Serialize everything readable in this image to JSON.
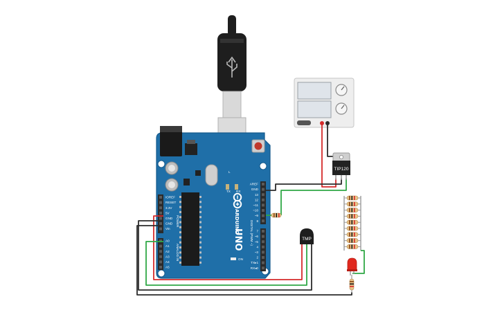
{
  "colors": {
    "board": "#1f6fa8",
    "board_edge": "#165a8c",
    "header": "#2b2b2b",
    "wire_red": "#d52a2a",
    "wire_green": "#2fa845",
    "wire_black": "#2b2b2b",
    "psu_body": "#eeeeee",
    "psu_screen": "#dfe4ea",
    "resistor": "#e8c48a",
    "led": "#e0281e",
    "usb": "#1e1e1e",
    "transistor": "#222222"
  },
  "board": {
    "logo": "ARDUINO",
    "model": "UNO",
    "on_label": "ON",
    "tx_label": "TX",
    "rx_label": "RX",
    "l_label": "L",
    "section_power": "POWER",
    "section_analog": "ANALOG IN",
    "section_digital": "DIGITAL (PWM ~)",
    "power_pins": [
      "IOREF",
      "RESET",
      "3.3V",
      "5V",
      "GND",
      "GND",
      "Vin"
    ],
    "analog_pins": [
      "A0",
      "A1",
      "A2",
      "A3",
      "A4",
      "A5"
    ],
    "digital_pins_upper": [
      "AREF",
      "GND",
      "13",
      "12",
      "~11",
      "~10",
      "~9",
      "8"
    ],
    "digital_pins_lower": [
      "7",
      "~6",
      "~5",
      "4",
      "~3",
      "2",
      "TX▸1",
      "RX◂0"
    ]
  },
  "components": {
    "transistor_label": "TIP120",
    "sensor_label": "TMP",
    "power_supply_icons": [
      "power-switch-icon",
      "voltage-knob-icon",
      "current-knob-icon"
    ],
    "resistor_count": 9
  }
}
